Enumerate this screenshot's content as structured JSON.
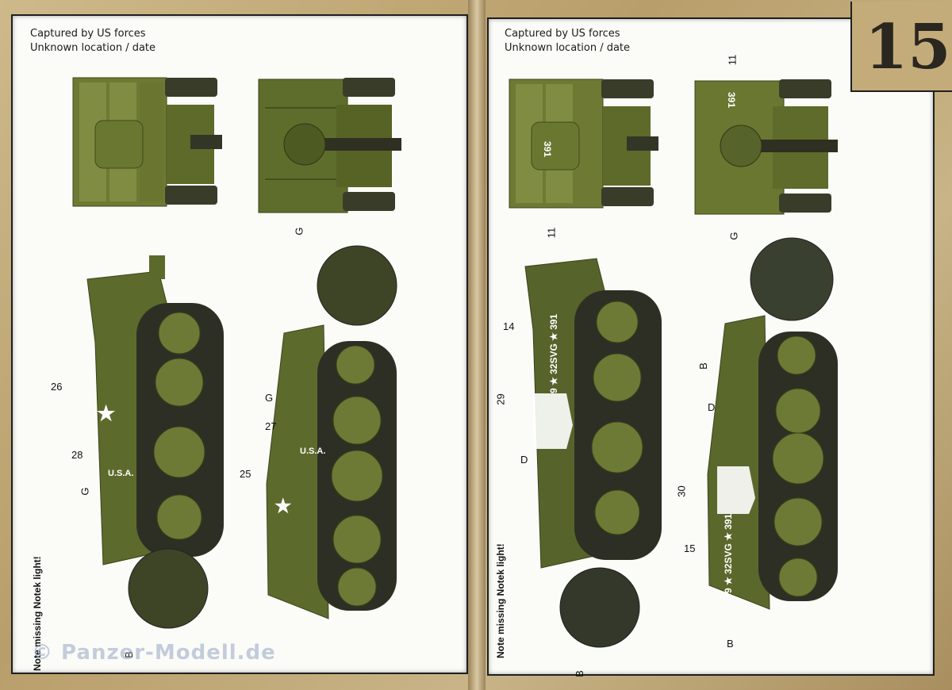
{
  "page_number": "15",
  "left_page": {
    "caption_line1": "Captured by US forces",
    "caption_line2": "Unknown location / date",
    "note": "Note missing Notek light!",
    "callouts": [
      "G",
      "26",
      "28",
      "G",
      "B",
      "G",
      "27",
      "25"
    ],
    "markings": {
      "usa": "U.S.A."
    }
  },
  "right_page": {
    "caption_line1": "Captured by US forces",
    "caption_line2": "Unknown location / date",
    "note": "Note missing Notek light!",
    "callouts": [
      "11",
      "11",
      "G",
      "14",
      "29",
      "D",
      "B",
      "B",
      "D",
      "30",
      "15",
      "B"
    ],
    "markings": {
      "number": "391",
      "unit": "9 ★ 32SVG ★ 391"
    }
  },
  "watermark": "© Panzer-Modell.de",
  "colors": {
    "olive_light": "#7d8a3d",
    "olive_dark": "#4e5a22",
    "olive_green": "#5c6b2c",
    "track": "#2e2f24",
    "paper": "#fbfbf8"
  }
}
